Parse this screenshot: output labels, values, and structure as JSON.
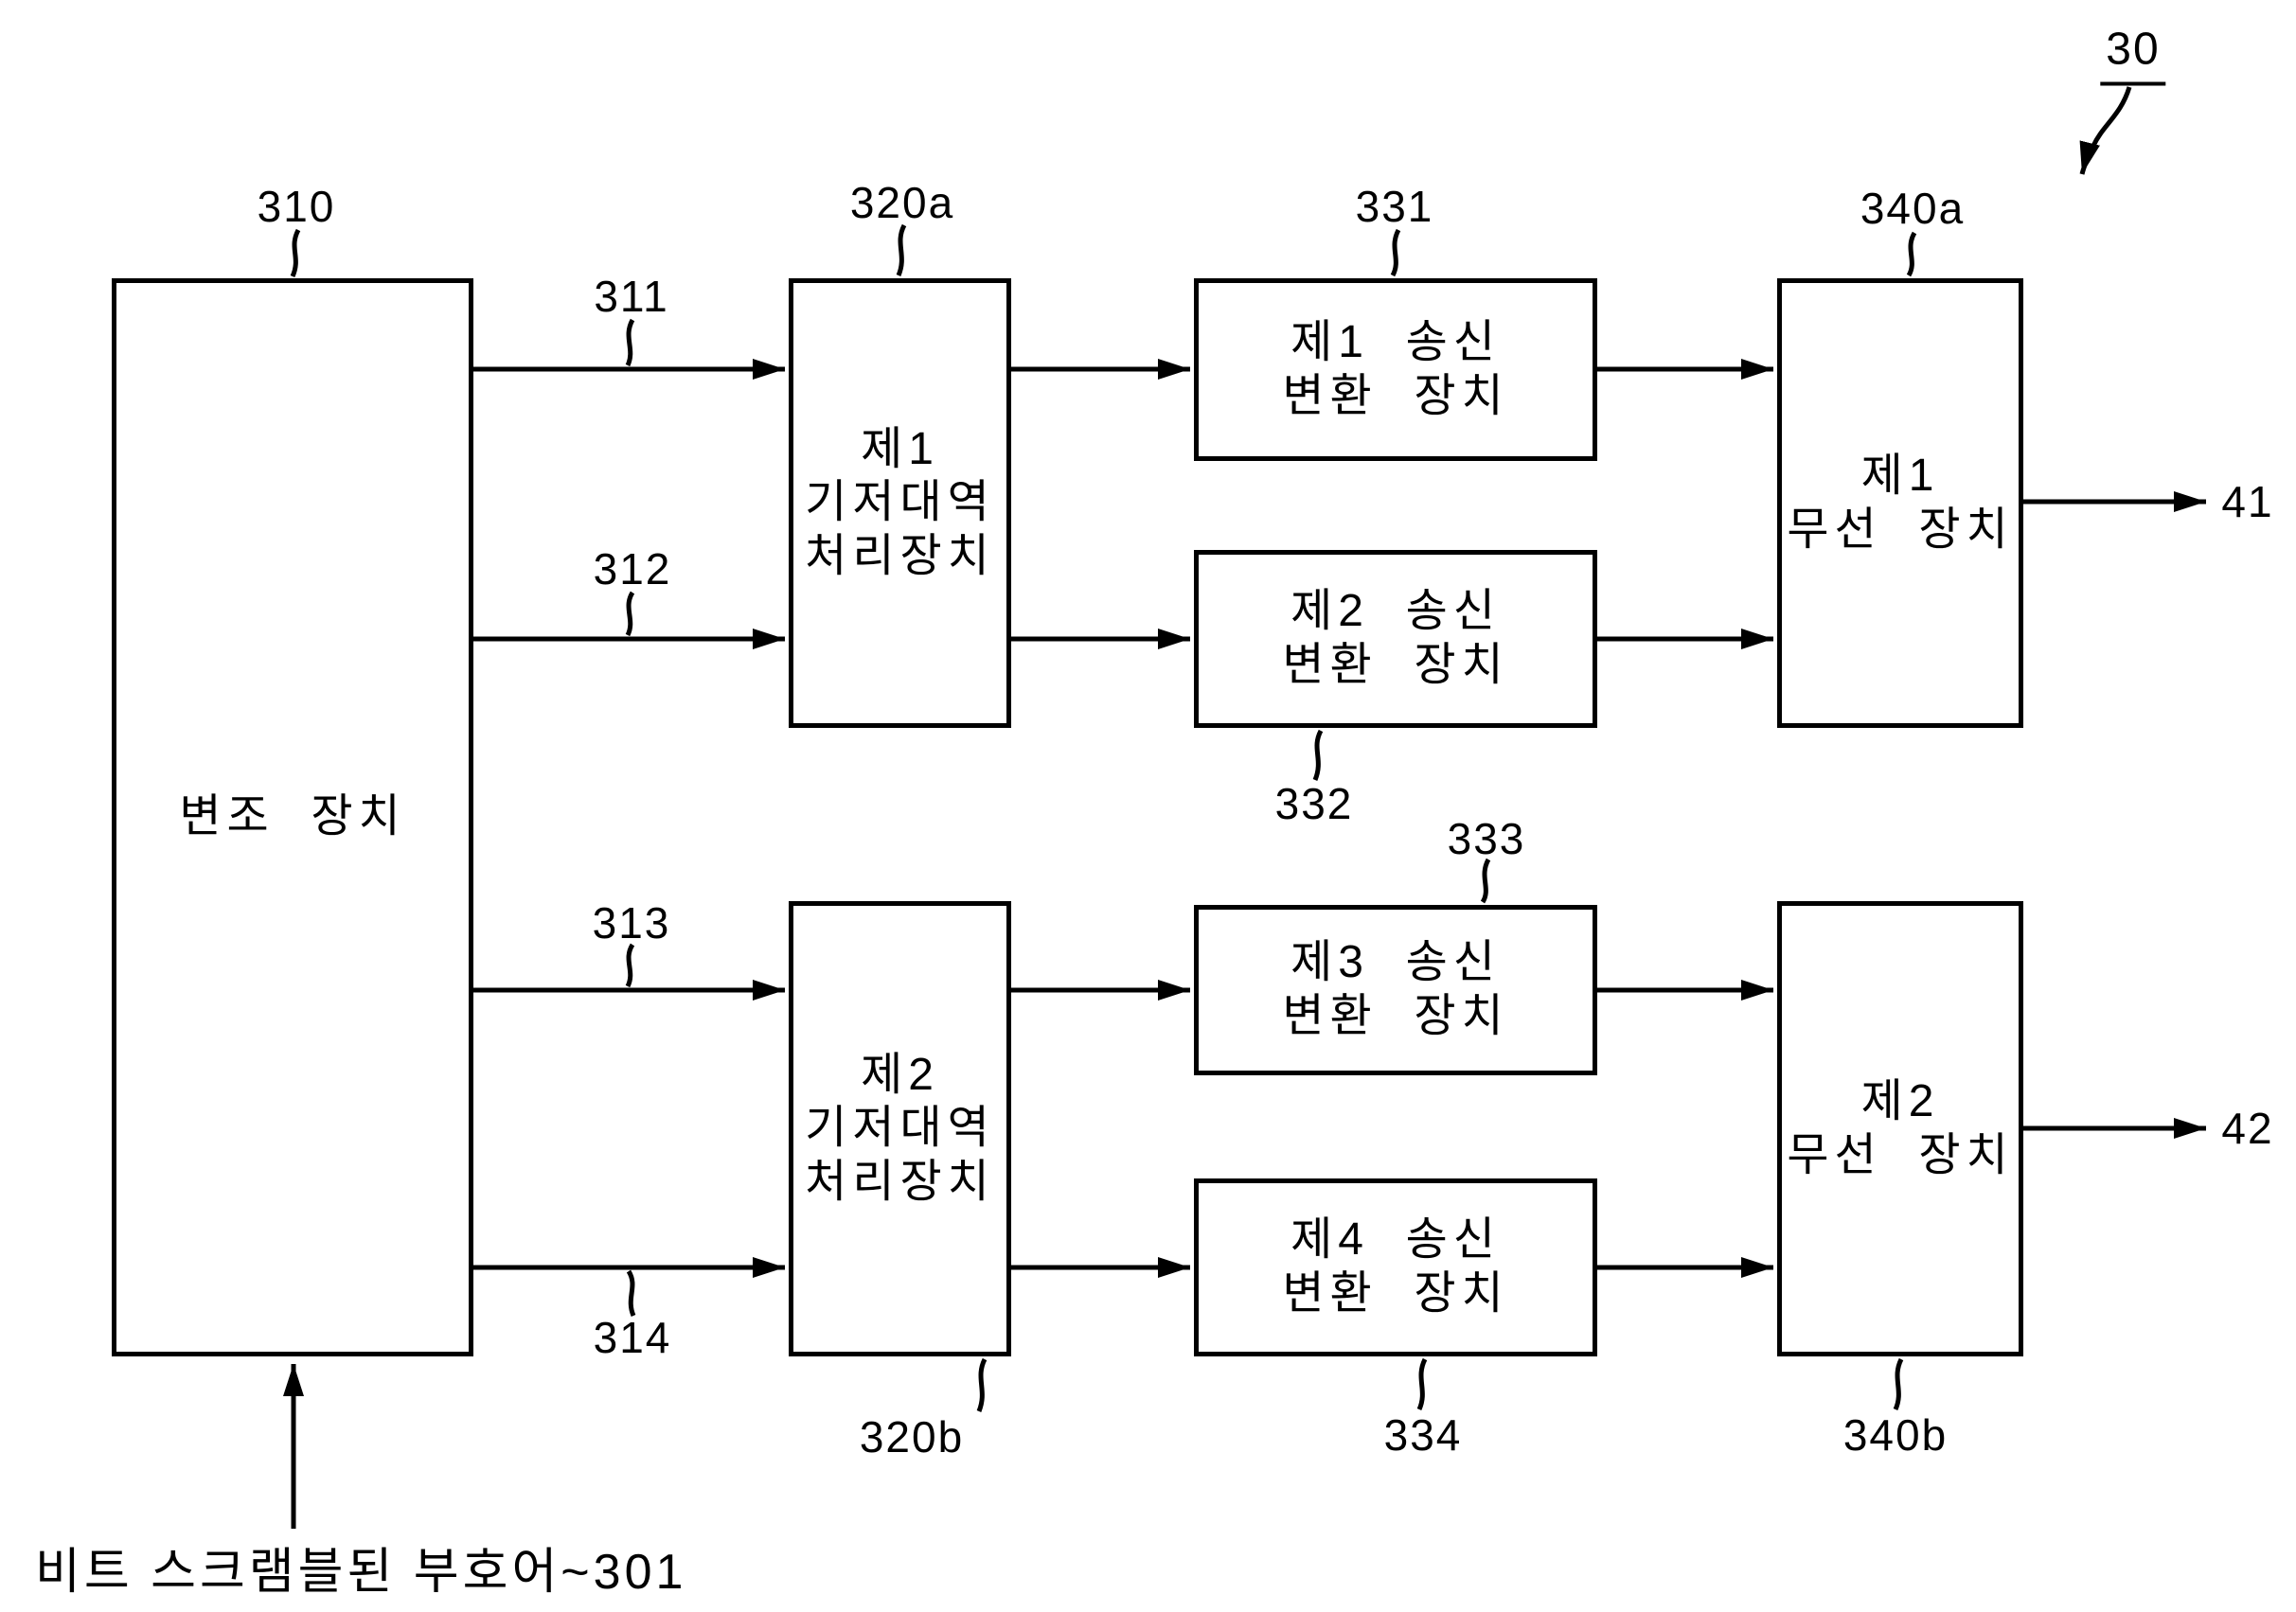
{
  "figure": {
    "ref": "30",
    "input_label": "비트 스크램블된 부호어~301",
    "blocks": [
      {
        "id": "modulator",
        "label": "변조  장치",
        "ref": "310"
      },
      {
        "id": "baseband-1",
        "label": "제1\n기저대역\n처리장치",
        "ref": "320a"
      },
      {
        "id": "baseband-2",
        "label": "제2\n기저대역\n처리장치",
        "ref": "320b"
      },
      {
        "id": "tx-converter-1",
        "label": "제1  송신\n변환  장치",
        "ref": "331"
      },
      {
        "id": "tx-converter-2",
        "label": "제2  송신\n변환  장치",
        "ref": "332"
      },
      {
        "id": "tx-converter-3",
        "label": "제3  송신\n변환  장치",
        "ref": "333"
      },
      {
        "id": "tx-converter-4",
        "label": "제4  송신\n변환  장치",
        "ref": "334"
      },
      {
        "id": "radio-1",
        "label": "제1\n무선  장치",
        "ref": "340a"
      },
      {
        "id": "radio-2",
        "label": "제2\n무선  장치",
        "ref": "340b"
      }
    ],
    "signals": [
      {
        "ref": "311"
      },
      {
        "ref": "312"
      },
      {
        "ref": "313"
      },
      {
        "ref": "314"
      }
    ],
    "outputs": [
      {
        "ref": "41"
      },
      {
        "ref": "42"
      }
    ],
    "colors": {
      "ink": "#000000",
      "background": "#ffffff"
    }
  }
}
